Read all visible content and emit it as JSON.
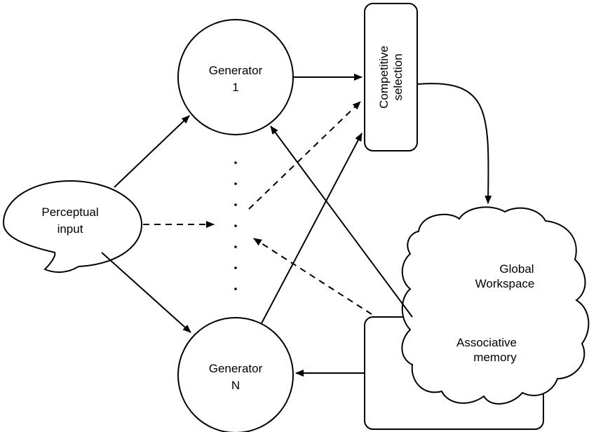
{
  "nodes": {
    "perceptual_input": {
      "line1": "Perceptual",
      "line2": "input"
    },
    "generator_1": {
      "line1": "Generator",
      "line2": "1"
    },
    "generator_n": {
      "line1": "Generator",
      "line2": "N"
    },
    "competitive_selection": {
      "line1": "Competitive",
      "line2": "selection"
    },
    "global_workspace": {
      "line1": "Global",
      "line2": "Workspace"
    },
    "associative_memory": {
      "line1": "Associative",
      "line2": "memory"
    }
  },
  "colors": {
    "stroke": "#000000",
    "fill": "#ffffff"
  }
}
